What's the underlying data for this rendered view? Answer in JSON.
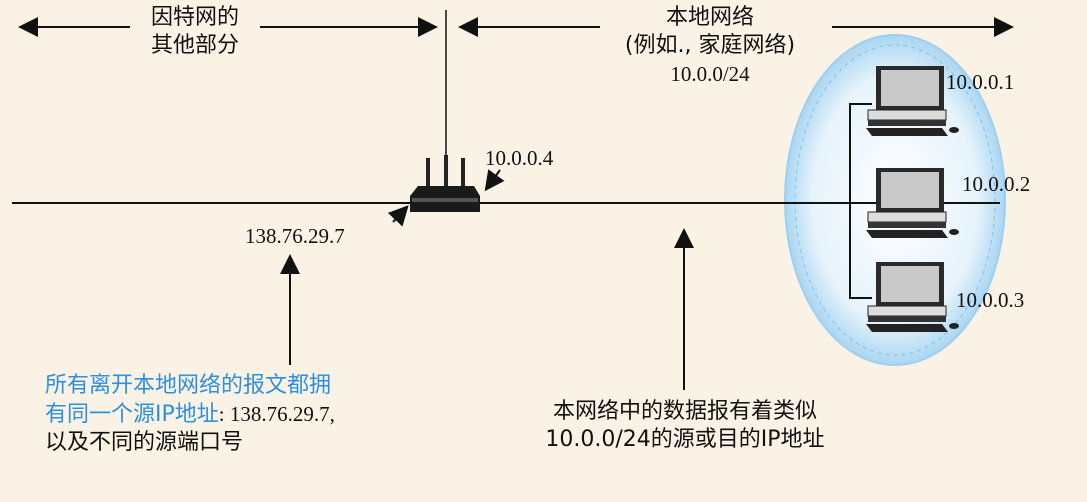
{
  "internet_label": [
    "因特网的",
    "其他部分"
  ],
  "local_label": [
    "本地网络",
    "(例如., 家庭网络)"
  ],
  "local_subnet": "10.0.0/24",
  "router_local_ip": "10.0.0.4",
  "router_public_ip": "138.76.29.7",
  "hosts": [
    {
      "ip": "10.0.0.1"
    },
    {
      "ip": "10.0.0.2"
    },
    {
      "ip": "10.0.0.3"
    }
  ],
  "left_note": {
    "blue_line1": "所有离开本地网络的报文都拥",
    "blue_line2": "有同一个源IP地址",
    "black_line2": ": 138.76.29.7,",
    "line3": "以及不同的源端口号"
  },
  "right_note": [
    "本网络中的数据报有着类似",
    "10.0.0/24的源或目的IP地址"
  ],
  "colors": {
    "background": "#fbf2e6",
    "highlight": "#2d8fe0",
    "ellipse_fill": "#cfe8f7"
  }
}
